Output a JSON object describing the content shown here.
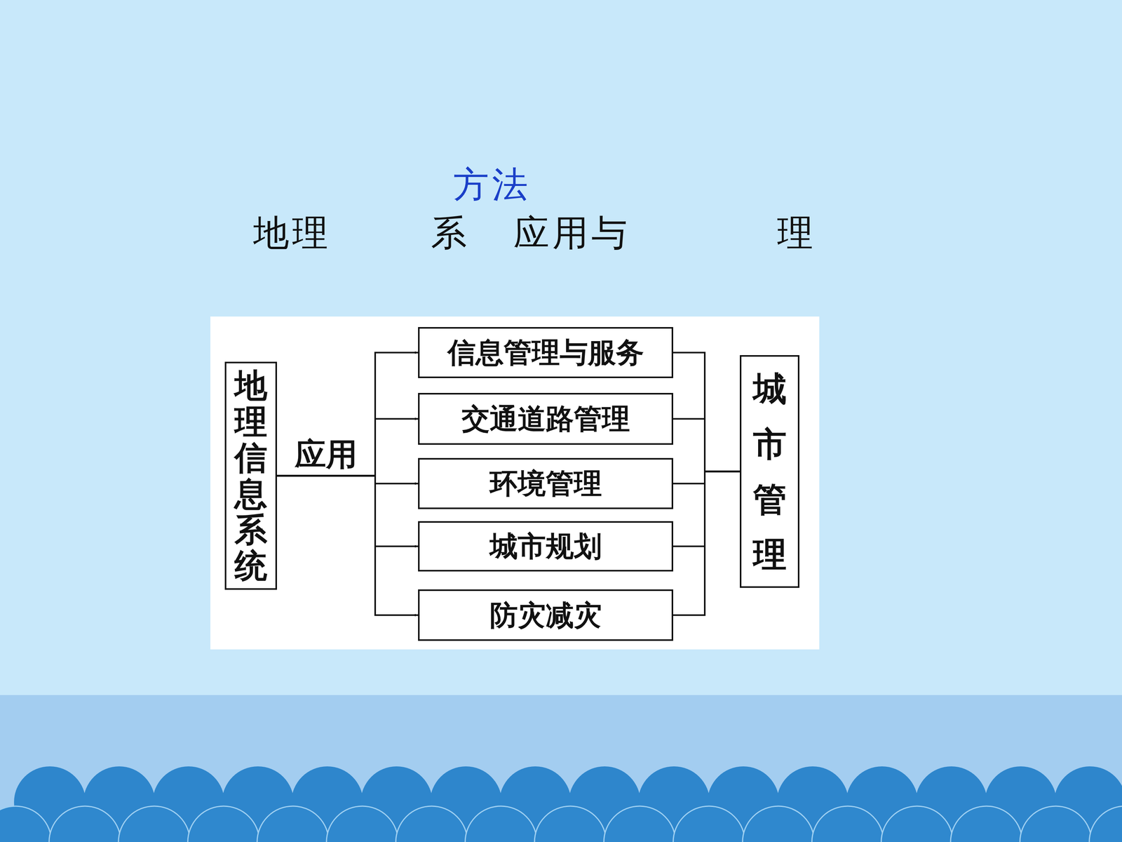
{
  "diagram": {
    "nodes": [
      {
        "text": [
          "地理信息系统"
        ]
      },
      {
        "text": [
          "信息管理与服务"
        ]
      },
      {
        "text": [
          "交通道路管理"
        ]
      },
      {
        "text": [
          "环境管理"
        ]
      },
      {
        "text": [
          "城市规划"
        ]
      },
      {
        "text": [
          "防灾减灾"
        ]
      },
      {
        "text": [
          "城市管理"
        ]
      }
    ],
    "edges": [
      {
        "from": 0,
        "to": 1,
        "arrow": "to"
      },
      {
        "from": 0,
        "to": 2,
        "arrow": "to"
      },
      {
        "from": 0,
        "to": 3,
        "arrow": "to",
        "label": "应用"
      },
      {
        "from": 0,
        "to": 4,
        "arrow": "to"
      },
      {
        "from": 0,
        "to": 5,
        "arrow": "to"
      },
      {
        "from": 1,
        "to": 6,
        "arrow": "none"
      },
      {
        "from": 2,
        "to": 6,
        "arrow": "none"
      },
      {
        "from": 3,
        "to": 6,
        "arrow": "none"
      },
      {
        "from": 4,
        "to": 6,
        "arrow": "none"
      },
      {
        "from": 5,
        "to": 6,
        "arrow": "none"
      }
    ],
    "labels": [
      "方法",
      "地理",
      "系",
      "应用与",
      "理"
    ]
  }
}
